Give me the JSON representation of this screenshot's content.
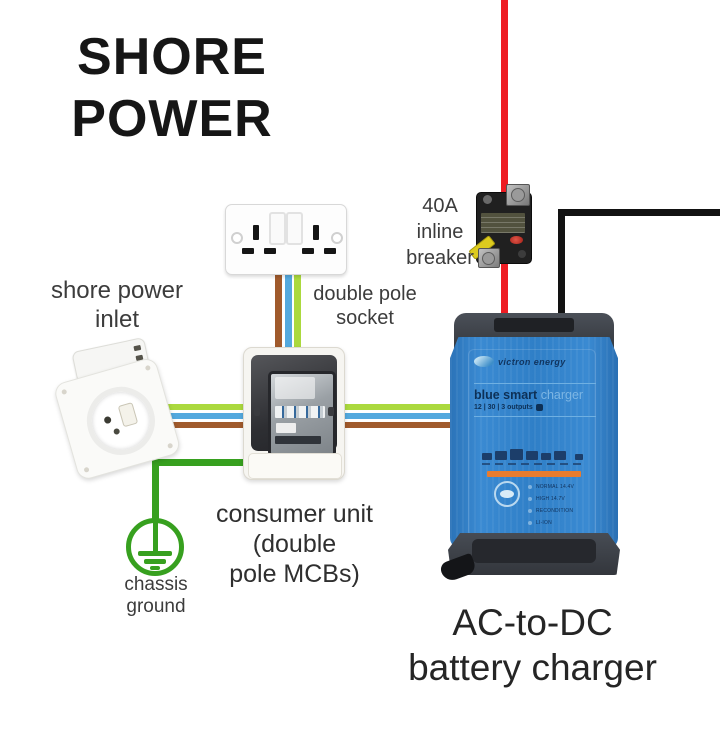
{
  "title": {
    "lines": [
      "SHORE",
      "POWER"
    ]
  },
  "labels": {
    "inlet": {
      "lines": [
        "shore power",
        "inlet"
      ]
    },
    "socket": {
      "lines": [
        "double pole",
        "socket"
      ]
    },
    "breaker": {
      "lines": [
        "40A",
        "inline",
        "breaker"
      ]
    },
    "consumer_unit": {
      "lines": [
        "consumer unit",
        "(double",
        "pole MCBs)"
      ]
    },
    "chassis_ground": {
      "lines": [
        "chassis",
        "ground"
      ]
    },
    "charger": {
      "lines": [
        "AC-to-DC",
        "battery charger"
      ]
    }
  },
  "charger_device": {
    "brand": "victron energy",
    "model_bold": "blue smart",
    "model_light": "charger",
    "spec": "12 | 30 | 3 outputs",
    "mode_labels": [
      "NORMAL 14.4V",
      "HIGH 14.7V",
      "RECONDITION",
      "LI-ION"
    ]
  },
  "wire_colors": {
    "dc_positive_red": "#ee1c23",
    "dc_negative_black": "#121212",
    "ac_live_brown": "#a05a2c",
    "ac_neutral_blue": "#54a9de",
    "ac_earth_green_yellow": "#abd93e",
    "chassis_ground_green": "#37a01f"
  }
}
